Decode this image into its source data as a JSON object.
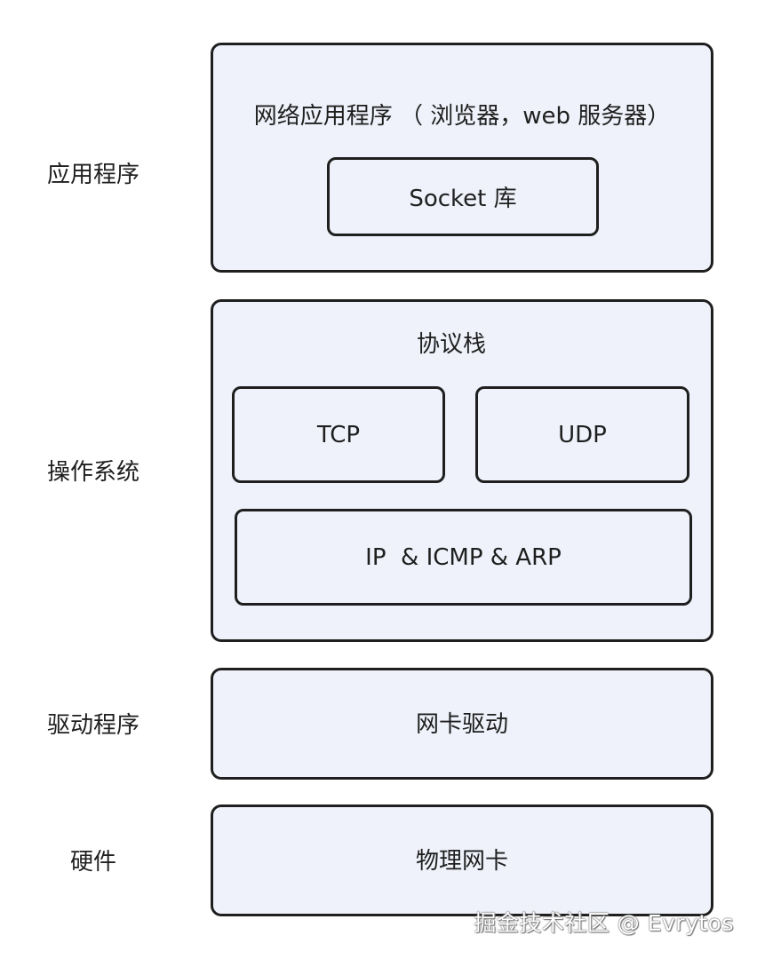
{
  "layers": {
    "application": {
      "label": "应用程序",
      "title": "网络应用程序 （ 浏览器，web 服务器）",
      "socket": "Socket 库"
    },
    "os": {
      "label": "操作系统",
      "title": "协议栈",
      "tcp": "TCP",
      "udp": "UDP",
      "ip": "IP  & ICMP & ARP"
    },
    "driver": {
      "label": "驱动程序",
      "title": "网卡驱动"
    },
    "hardware": {
      "label": "硬件",
      "title": "物理网卡"
    }
  },
  "watermark": "掘金技术社区 @ Evrytos",
  "colors": {
    "box_fill": "#eff2fa",
    "border": "#1f1f1f"
  }
}
